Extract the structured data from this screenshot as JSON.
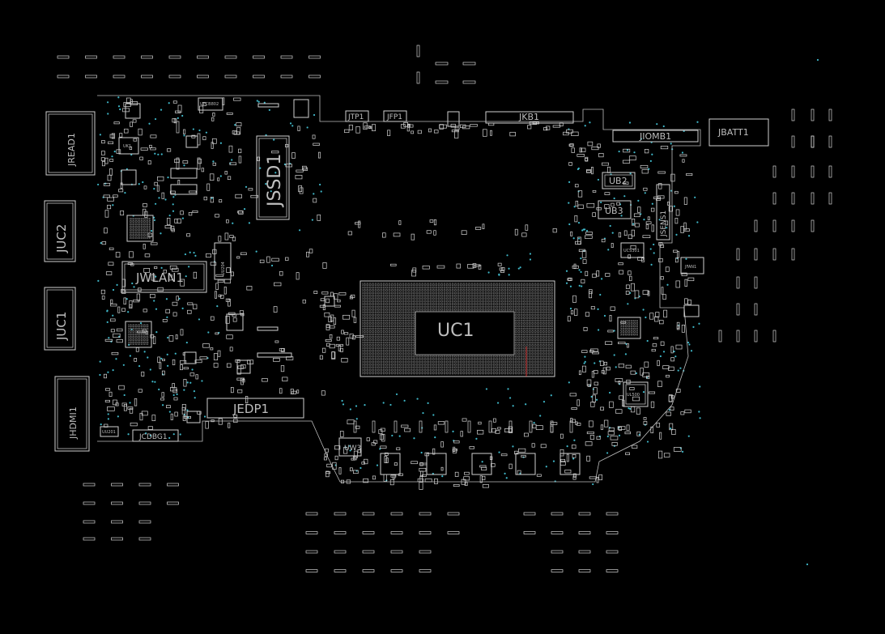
{
  "labels": {
    "uc1": "UC1",
    "jssd1": "JSSD1",
    "jwlan1": "JWLAN1",
    "jedp1": "JEDP1",
    "jread1": "JREAD1",
    "juc2": "JUC2",
    "juc1": "JUC1",
    "jhdmi1": "JHDMI1",
    "jkb1": "JKB1",
    "jiomb1": "JIOMB1",
    "jbatt1": "JBATT1",
    "jsens1": "JSENS1",
    "ub2": "UB2",
    "ub3": "UB3",
    "uw3": "UW3",
    "jtp1": "JTP1",
    "jfp1": "JFP1",
    "jfan1": "JFAN1",
    "jcdbg1": "JCDBG1",
    "uu204": "UU204",
    "uk1": "UK1",
    "upcb": "UPCB802",
    "ucs": "UCS301",
    "ul": "UL500",
    "uu": "UU201"
  },
  "colors": {
    "background": "#000000",
    "outline": "#cfcfcf",
    "via": "#3fb7c8",
    "marker": "#ff3b3b"
  }
}
